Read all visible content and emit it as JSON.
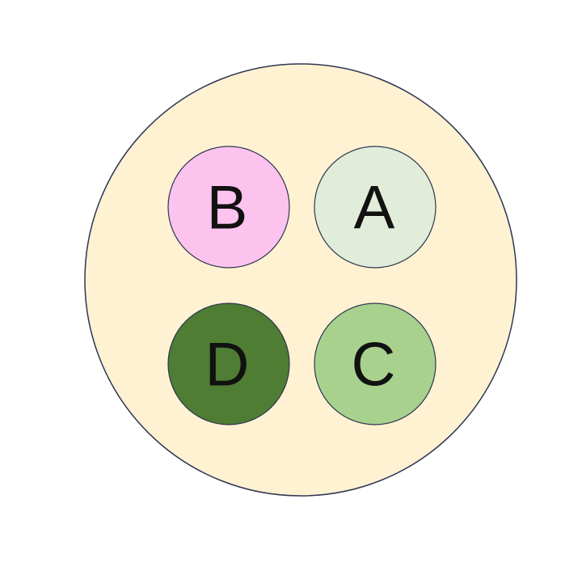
{
  "container": {
    "fill": "#fff2d3",
    "stroke": "#2d3650"
  },
  "circles": [
    {
      "label": "B",
      "fill": "#fdc3ef"
    },
    {
      "label": "A",
      "fill": "#e1edd9"
    },
    {
      "label": "D",
      "fill": "#4e7d33"
    },
    {
      "label": "C",
      "fill": "#a8d18e"
    }
  ]
}
